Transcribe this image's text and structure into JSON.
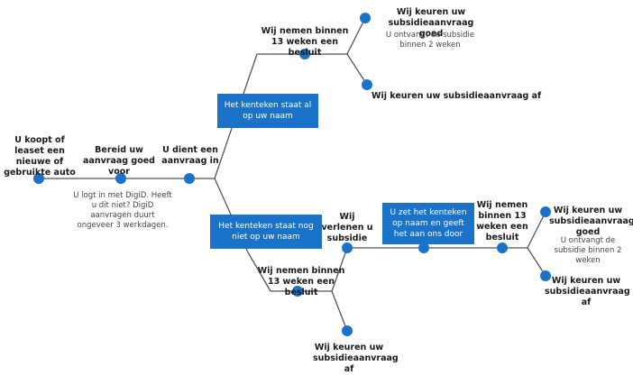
{
  "colors": {
    "line": "#555555",
    "node": "#1a73c9",
    "box": "#1a73c9",
    "box_text": "#ffffff"
  },
  "steps": {
    "start": "U koopt of leaset een nieuwe of gebruikte auto",
    "prepare": "Bereid uw aanvraag goed voor",
    "prepare_note": "U logt in met DigiD. Heeft u dit niet? DigiD aanvragen duurt ongeveer 3 werkdagen.",
    "submit": "U dient een aanvraag in",
    "box_upper": "Het kenteken staat al op uw naam",
    "upper_decision": "Wij nemen binnen 13 weken een besluit",
    "upper_approve": "Wij keuren uw subsidieaanvraag goed",
    "upper_approve_note": "U ontvangt de subsidie binnen 2 weken",
    "upper_reject": "Wij keuren uw subsidieaanvraag af",
    "box_lower": "Het kenteken staat nog niet op uw naam",
    "lower_decision": "Wij nemen binnen 13 weken een besluit",
    "lower_grant": "Wij verlenen u subsidie",
    "lower_reject": "Wij keuren uw subsidieaanvraag af",
    "box_transfer": "U zet het kenteken op naam en geeft het aan ons door",
    "final_decision": "Wij nemen binnen 13 weken een besluit",
    "final_approve": "Wij keuren uw subsidieaanvraag goed",
    "final_approve_note": "U ontvangt de subsidie binnen 2 weken",
    "final_reject": "Wij keuren uw subsidieaanvraag af"
  }
}
